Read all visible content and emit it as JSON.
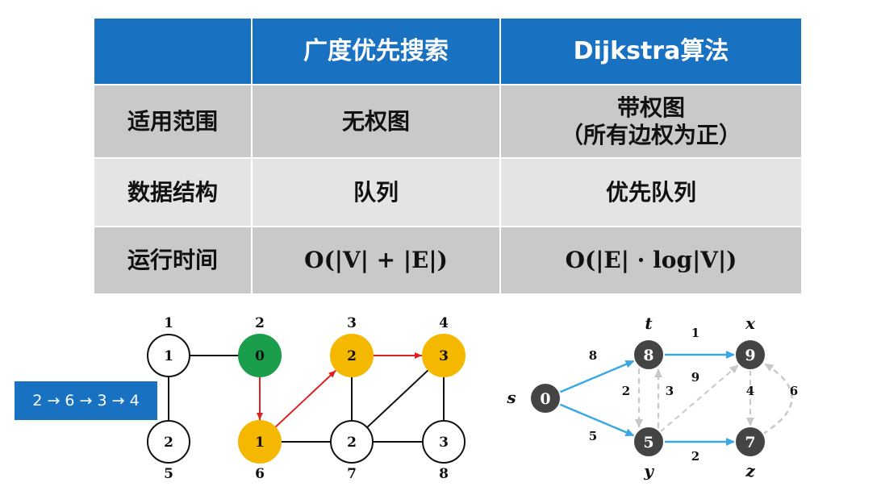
{
  "table": {
    "headers": [
      "",
      "广度优先搜索",
      "Dijkstra算法"
    ],
    "rows": [
      {
        "label": "适用范围",
        "bfs": "无权图",
        "dijkstra": "带权图\n（所有边权为正）"
      },
      {
        "label": "数据结构",
        "bfs": "队列",
        "dijkstra": "优先队列"
      },
      {
        "label": "运行时间",
        "bfs": "O(|V| + |E|)",
        "dijkstra": "O(|E| · log|V|)"
      }
    ]
  },
  "bfs_graph": {
    "path_label": "2 → 6 → 3 → 4",
    "nodes": [
      {
        "id": "1",
        "value": "1",
        "status": "unvisited"
      },
      {
        "id": "2",
        "value": "0",
        "status": "source"
      },
      {
        "id": "3",
        "value": "2",
        "status": "visited"
      },
      {
        "id": "4",
        "value": "3",
        "status": "visited"
      },
      {
        "id": "5",
        "value": "2",
        "status": "unvisited"
      },
      {
        "id": "6",
        "value": "1",
        "status": "visited"
      },
      {
        "id": "7",
        "value": "2",
        "status": "unvisited"
      },
      {
        "id": "8",
        "value": "3",
        "status": "unvisited"
      }
    ],
    "edges": [
      {
        "from": "1",
        "to": "2",
        "highlight": false
      },
      {
        "from": "1",
        "to": "5",
        "highlight": false
      },
      {
        "from": "2",
        "to": "6",
        "highlight": true
      },
      {
        "from": "6",
        "to": "3",
        "highlight": true
      },
      {
        "from": "3",
        "to": "4",
        "highlight": true
      },
      {
        "from": "3",
        "to": "7",
        "highlight": false
      },
      {
        "from": "4",
        "to": "7",
        "highlight": false
      },
      {
        "from": "4",
        "to": "8",
        "highlight": false
      },
      {
        "from": "6",
        "to": "7",
        "highlight": false
      },
      {
        "from": "7",
        "to": "8",
        "highlight": false
      }
    ]
  },
  "dijkstra_graph": {
    "nodes": [
      {
        "id": "s",
        "dist": "0"
      },
      {
        "id": "t",
        "dist": "8"
      },
      {
        "id": "x",
        "dist": "9"
      },
      {
        "id": "y",
        "dist": "5"
      },
      {
        "id": "z",
        "dist": "7"
      }
    ],
    "edges": [
      {
        "from": "s",
        "to": "t",
        "weight": "8",
        "in_tree": true
      },
      {
        "from": "s",
        "to": "y",
        "weight": "5",
        "in_tree": true
      },
      {
        "from": "t",
        "to": "x",
        "weight": "1",
        "in_tree": true
      },
      {
        "from": "y",
        "to": "z",
        "weight": "2",
        "in_tree": true
      },
      {
        "from": "t",
        "to": "y",
        "weight": "2",
        "in_tree": false
      },
      {
        "from": "y",
        "to": "t",
        "weight": "3",
        "in_tree": false
      },
      {
        "from": "y",
        "to": "x",
        "weight": "9",
        "in_tree": false
      },
      {
        "from": "x",
        "to": "z",
        "weight": "4",
        "in_tree": false
      },
      {
        "from": "z",
        "to": "x",
        "weight": "6",
        "in_tree": false
      }
    ]
  },
  "colors": {
    "header": "#1971c2",
    "row_dark": "#c9c9c9",
    "row_light": "#e4e4e4",
    "source_green": "#1a9e4b",
    "visited_yellow": "#f5b800",
    "bfs_tree_edge": "#e02020",
    "dijkstra_node": "#444444",
    "dijkstra_tree_edge": "#3aa8e4",
    "dijkstra_other_edge": "#c8c8c8"
  }
}
